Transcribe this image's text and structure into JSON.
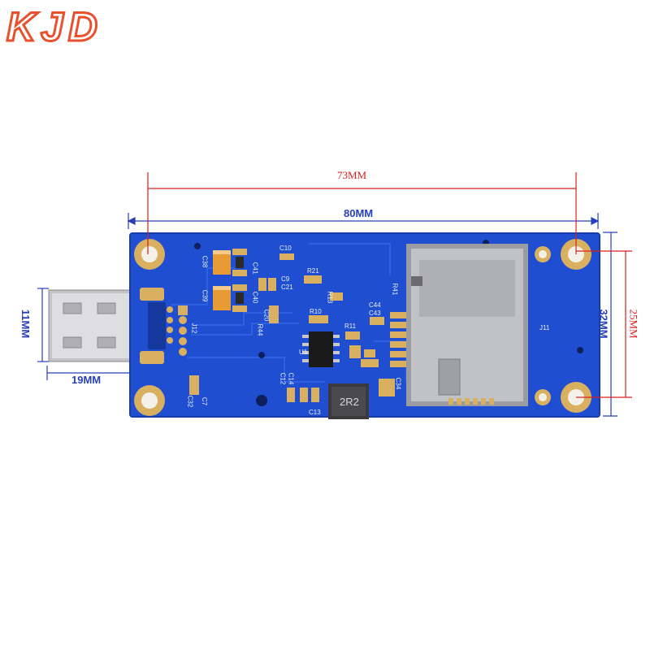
{
  "logo": {
    "text": "KJD",
    "color": "#e8512b"
  },
  "dimensions": {
    "width_80": "80MM",
    "hole_spacing_73": "73MM",
    "height_32": "32MM",
    "hole_spacing_25": "25MM",
    "usb_width_11": "11MM",
    "usb_length_19": "19MM"
  },
  "board": {
    "pcb_color": "#1f4fd0",
    "inductor_label": "2R2",
    "silkscreen": {
      "c38": "C38",
      "c39": "C39",
      "c41": "C41",
      "c40": "C40",
      "c9": "C9",
      "c21": "C21",
      "r21": "R21",
      "c10": "C10",
      "r44": "R44",
      "c20": "C20",
      "r10": "R10",
      "r11": "R11",
      "r13": "R13",
      "u1": "U1",
      "c12": "C12",
      "c14": "C14",
      "c32": "C32",
      "c7": "C7",
      "c13": "C13",
      "c34": "C34",
      "c44": "C44",
      "c43": "C43",
      "r41": "R41",
      "j11": "J11",
      "j12": "J12"
    }
  },
  "colors": {
    "dim_red": "#d92020",
    "dim_blue": "#2740b8",
    "gold": "#d8b060",
    "metal": "#b8b8bc"
  }
}
